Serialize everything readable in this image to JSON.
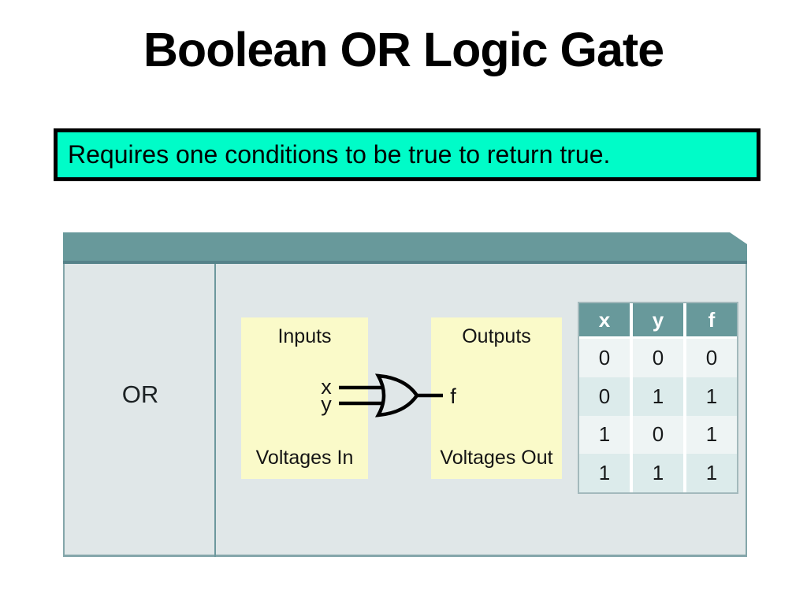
{
  "title": "Boolean OR Logic Gate",
  "callout": {
    "text": "Requires one conditions to be true to return true."
  },
  "diagram": {
    "row_label": "OR",
    "inputs_box": {
      "title": "Inputs",
      "caption": "Voltages In"
    },
    "outputs_box": {
      "title": "Outputs",
      "caption": "Voltages Out"
    },
    "gate": {
      "type": "or-gate",
      "input_labels": [
        "x",
        "y"
      ],
      "output_label": "f"
    },
    "truth_table": {
      "headers": [
        "x",
        "y",
        "f"
      ],
      "rows": [
        [
          0,
          0,
          0
        ],
        [
          0,
          1,
          1
        ],
        [
          1,
          0,
          1
        ],
        [
          1,
          1,
          1
        ]
      ]
    }
  },
  "colors": {
    "callout_bg": "#00FCC8",
    "panel_header": "#68999B",
    "panel_header_edge": "#558289",
    "panel_body": "#E0E7E8",
    "panel_border": "#84A6AA",
    "note_bg": "#FAFAC9",
    "table_header_bg": "#68999B",
    "table_row_light": "#EEF4F4",
    "table_row_dark": "#DCEBEB",
    "table_border": "#A3B9BC"
  }
}
